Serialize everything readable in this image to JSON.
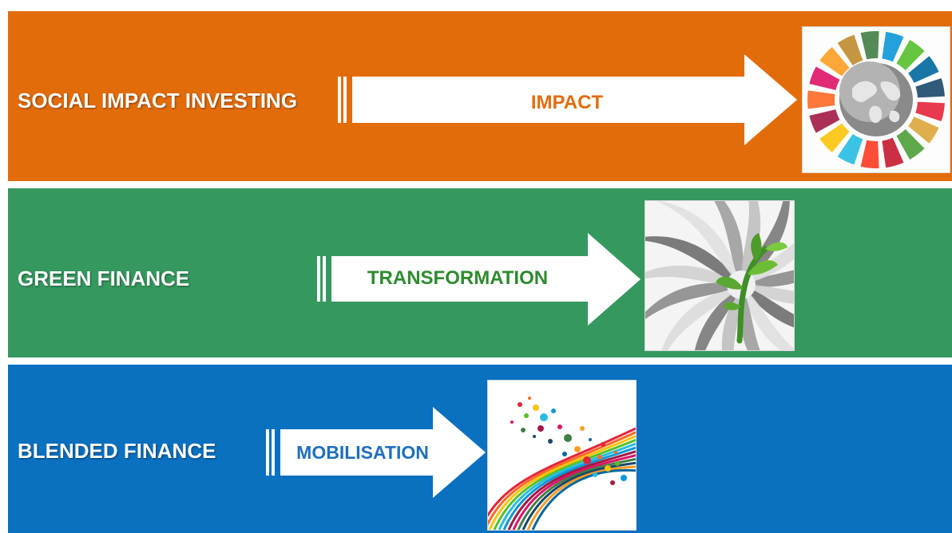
{
  "rows": [
    {
      "label": "SOCIAL IMPACT INVESTING",
      "arrow_text": "IMPACT",
      "accent": "#e36c0a",
      "icon": "sdg-wheel-globe-icon"
    },
    {
      "label": "GREEN FINANCE",
      "arrow_text": "TRANSFORMATION",
      "accent": "#2e8b2e",
      "icon": "sprouting-plant-swirl-icon"
    },
    {
      "label": "BLENDED FINANCE",
      "arrow_text": "MOBILISATION",
      "accent": "#1f6fbf",
      "icon": "colorful-dots-stripes-icon"
    }
  ],
  "colors": {
    "orange_band": "#e36c0a",
    "green_band": "#35995f",
    "blue_band": "#0a70c0"
  }
}
